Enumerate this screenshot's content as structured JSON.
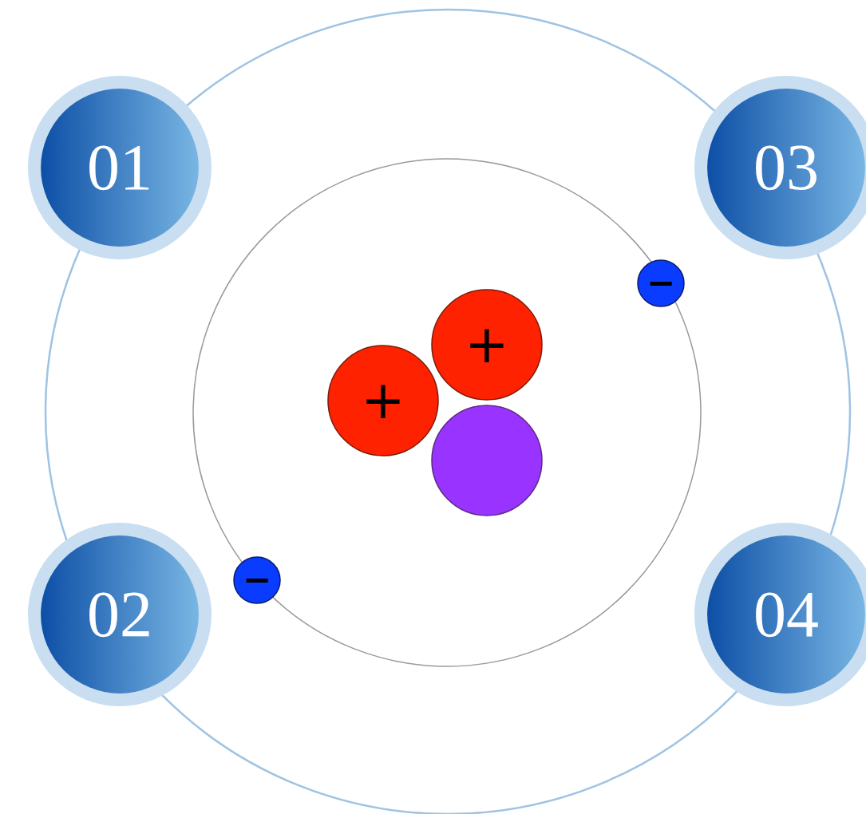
{
  "diagram": {
    "nodes": [
      {
        "text": [
          "01"
        ]
      },
      {
        "text": [
          "03"
        ]
      },
      {
        "text": [
          "−"
        ]
      },
      {
        "text": [
          "+"
        ]
      },
      {
        "text": [
          "+"
        ]
      },
      {
        "text": [
          "−"
        ]
      },
      {
        "text": [
          "02"
        ]
      },
      {
        "text": [
          "04"
        ]
      }
    ]
  }
}
